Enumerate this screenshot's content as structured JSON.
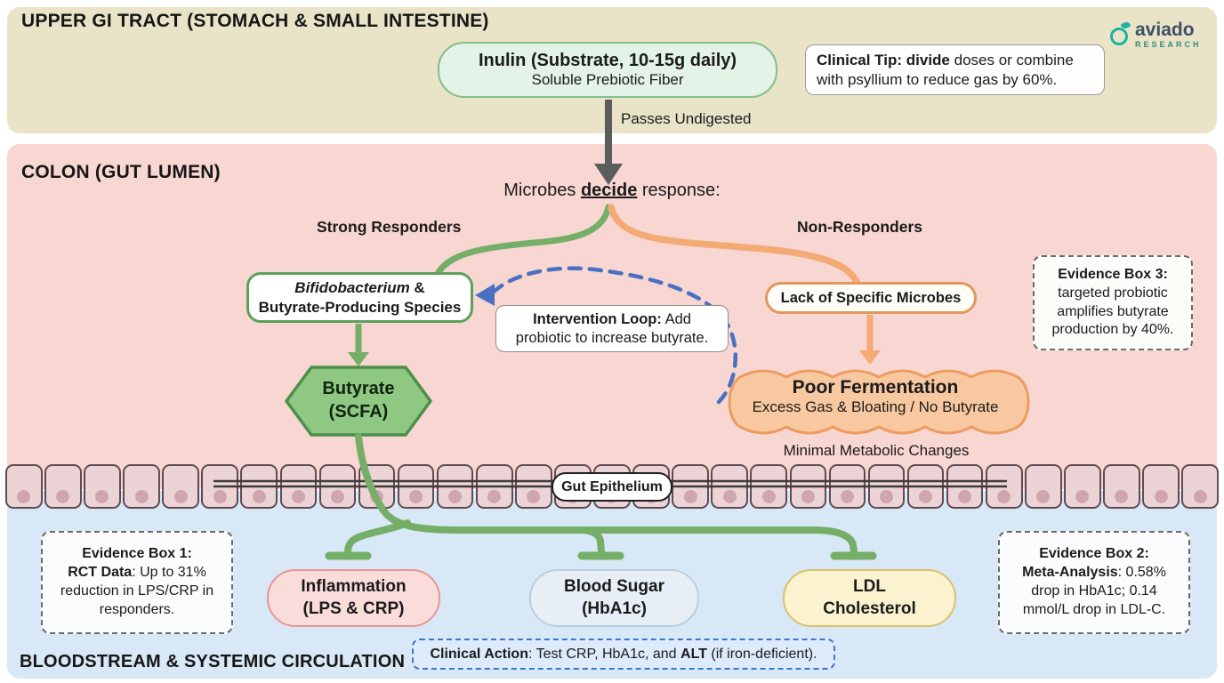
{
  "logo": {
    "brand": "aviado",
    "sub": "RESEARCH"
  },
  "sections": {
    "upper_gi": {
      "title": "UPPER GI TRACT (STOMACH & SMALL INTESTINE)"
    },
    "colon": {
      "title": "COLON (GUT LUMEN)"
    },
    "bloodstream": {
      "title": "BLOODSTREAM & SYSTEMIC CIRCULATION"
    }
  },
  "nodes": {
    "inulin": {
      "title": "Inulin (Substrate, 10-15g daily)",
      "subtitle": "Soluble Prebiotic Fiber"
    },
    "clinical_tip": {
      "lead": "Clinical Tip: divide",
      "rest": " doses or combine with psyllium to reduce gas by 60%."
    },
    "passes_undigested": "Passes Undigested",
    "microbes_decide": {
      "pre": "Microbes ",
      "emph": "decide",
      "post": " response:"
    },
    "strong_responders": "Strong Responders",
    "non_responders": "Non-Responders",
    "bifidobacterium": {
      "genus": "Bifidobacterium",
      "amp": " &",
      "line2": "Butyrate-Producing Species"
    },
    "intervention_loop": {
      "lead": "Intervention Loop:",
      "rest": " Add probiotic to increase butyrate."
    },
    "lack_of_microbes": "Lack of Specific Microbes",
    "butyrate": {
      "line1": "Butyrate",
      "line2": "(SCFA)"
    },
    "poor_fermentation": {
      "title": "Poor Fermentation",
      "subtitle": "Excess Gas & Bloating / No Butyrate"
    },
    "minimal_changes": "Minimal Metabolic Changes",
    "gut_epithelium": "Gut Epithelium",
    "inflammation": {
      "line1": "Inflammation",
      "line2": "(LPS & CRP)"
    },
    "blood_sugar": {
      "line1": "Blood Sugar",
      "line2": "(HbA1c)"
    },
    "ldl": {
      "line1": "LDL",
      "line2": "Cholesterol"
    },
    "clinical_action": {
      "lead": "Clinical Action",
      "mid": ": Test CRP, HbA1c, and ",
      "alt": "ALT",
      "end": " (if iron-deficient)."
    }
  },
  "evidence": {
    "box1": {
      "title": "Evidence Box 1:",
      "lead": "RCT Data",
      "body": ": Up to 31% reduction in LPS/CRP in responders."
    },
    "box2": {
      "title": "Evidence Box 2:",
      "lead": "Meta-Analysis",
      "body": ": 0.58% drop in HbA1c; 0.14 mmol/L drop in LDL-C."
    },
    "box3": {
      "title": "Evidence Box 3:",
      "body": "targeted probiotic amplifies butyrate production by 40%."
    }
  },
  "colors": {
    "upper_bg": "#e9e4c8",
    "colon_bg": "#f8d6d2",
    "bloodstream_bg": "#d8e8f7",
    "green_flow": "#74ae67",
    "green_node_fill": "#8fc883",
    "green_node_border": "#4b8f4a",
    "orange_flow": "#f3aa75",
    "orange_border": "#e0995c",
    "orange_fill": "#f8c8a0",
    "loop_blue": "#4a70c2",
    "gray_arrow": "#5c5c5c",
    "logo_teal": "#1ab3a1",
    "logo_navy": "#3e5068"
  }
}
